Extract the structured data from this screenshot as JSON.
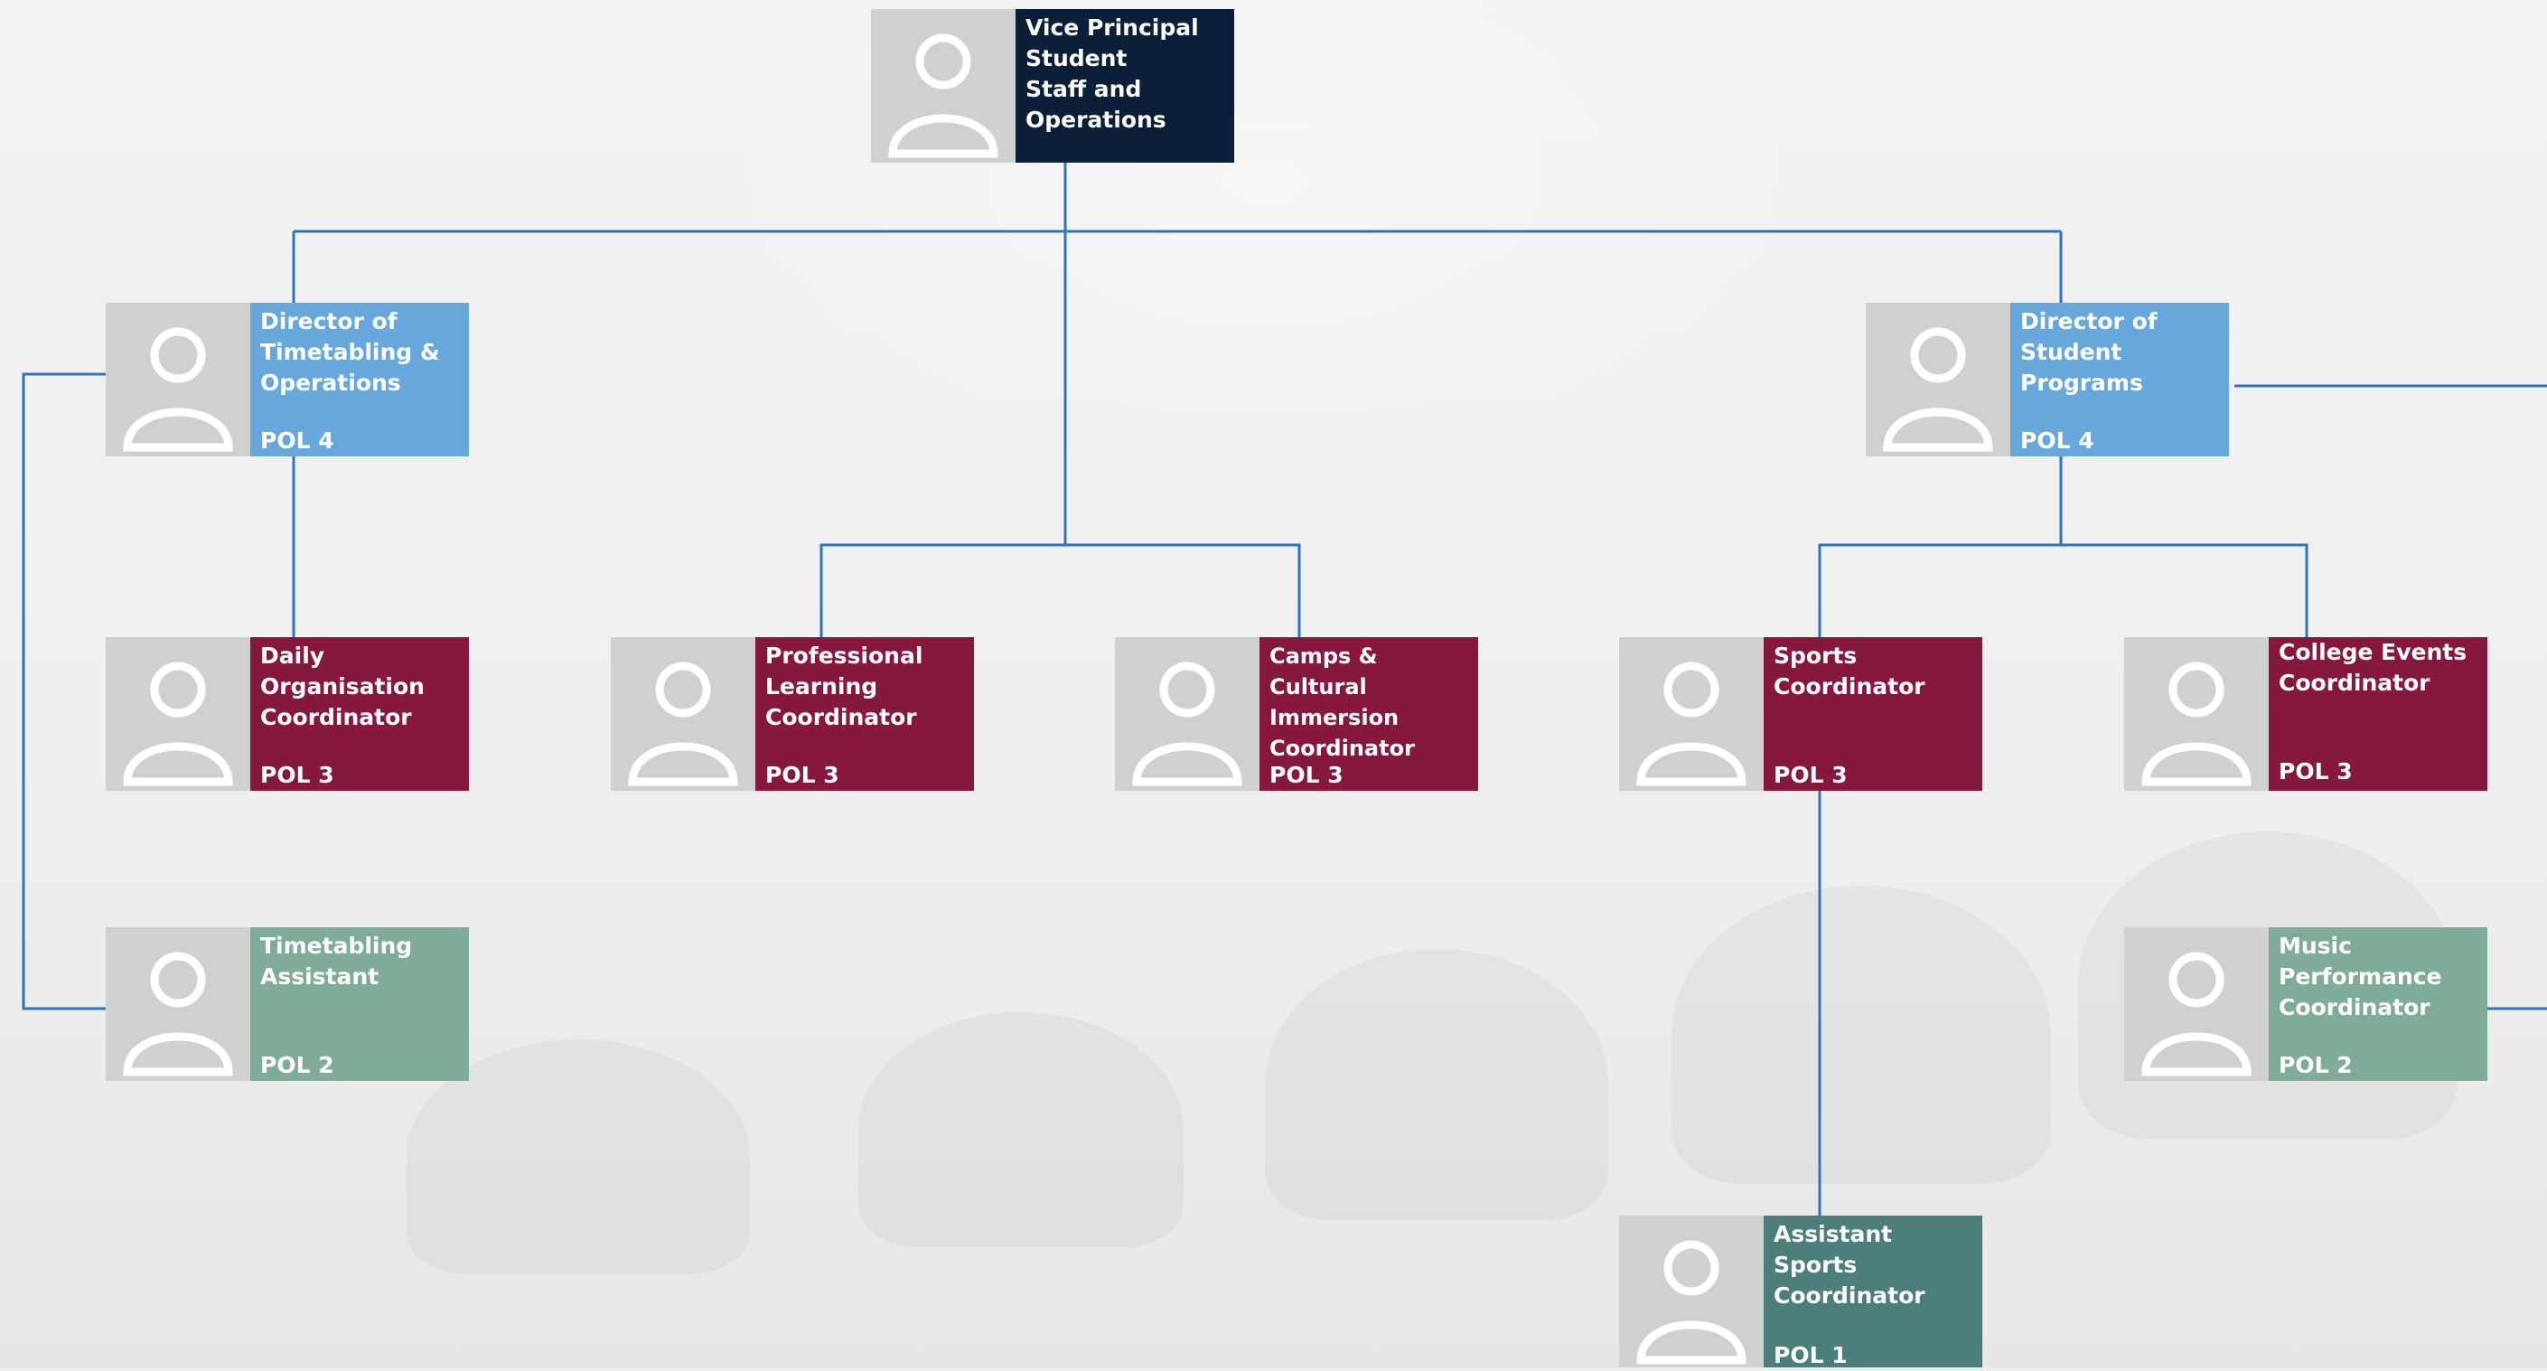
{
  "colors": {
    "executive": "#0c1f38",
    "director": "#67a7db",
    "coordinator": "#86183e",
    "assistant": "#7fac98",
    "assistant_sports": "#4d7e79",
    "connector": "#2f74b8",
    "photo_placeholder": "#cfd1d1"
  },
  "nodes": {
    "vice_principal": {
      "title": "Vice Principal\nStudent\nStaff and\nOperations",
      "pol": "",
      "icon": "person-placeholder-icon"
    },
    "director_timetabling": {
      "title": "Director of\nTimetabling &\nOperations",
      "pol": "POL 4",
      "icon": "person-placeholder-icon"
    },
    "director_student_programs": {
      "title": "Director of\nStudent\nPrograms",
      "pol": "POL 4",
      "icon": "person-placeholder-icon"
    },
    "daily_organisation": {
      "title": "Daily\nOrganisation\nCoordinator",
      "pol": "POL 3",
      "icon": "person-placeholder-icon"
    },
    "professional_learning": {
      "title": "Professional\nLearning\nCoordinator",
      "pol": "POL 3",
      "icon": "person-placeholder-icon"
    },
    "camps_cultural": {
      "title": "Camps & Cultural\nImmersion\nCoordinator",
      "pol": "POL 3",
      "icon": "person-placeholder-icon"
    },
    "sports_coordinator": {
      "title": "Sports\nCoordinator",
      "pol": "POL 3",
      "icon": "person-placeholder-icon"
    },
    "college_events": {
      "title": "College Events\nCoordinator",
      "pol": "POL 3",
      "icon": "person-placeholder-icon"
    },
    "timetabling_assistant": {
      "title": "Timetabling\nAssistant",
      "pol": "POL 2",
      "icon": "person-placeholder-icon"
    },
    "music_performance": {
      "title": "Music\nPerformance\nCoordinator",
      "pol": "POL 2",
      "icon": "person-placeholder-icon"
    },
    "assistant_sports": {
      "title": "Assistant\nSports\nCoordinator",
      "pol": "POL 1",
      "icon": "person-placeholder-icon"
    }
  }
}
